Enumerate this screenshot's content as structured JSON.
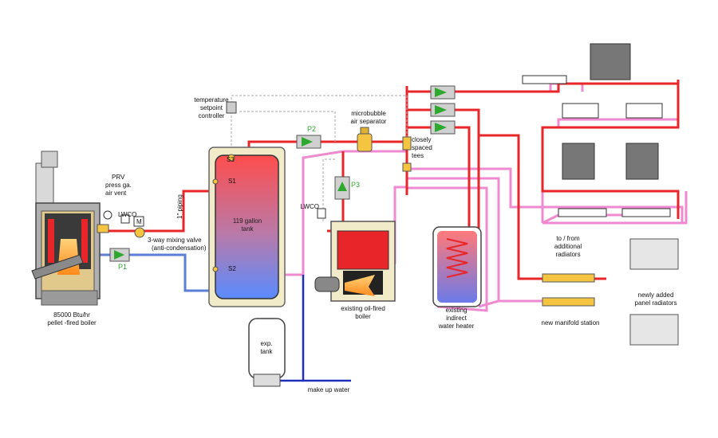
{
  "labels": {
    "temp_controller": [
      "temperature",
      "setpoint",
      "controller"
    ],
    "prv": [
      "PRV",
      "press ga.",
      "air vent"
    ],
    "lwco": "LWCO",
    "mixing_m": "M",
    "piping": "1\" piping",
    "mixing_valve": [
      "3-way mixing valve",
      "(anti-condensation)"
    ],
    "p1": "P1",
    "p2": "P2",
    "p3": "P3",
    "s1": "S1",
    "s2": "S2",
    "s3": "S3",
    "tank": [
      "119 gallon",
      "tank"
    ],
    "pellet_boiler": [
      "85000 Btu/hr",
      "pellet -fired boiler"
    ],
    "exp_tank": [
      "exp.",
      "tank"
    ],
    "make_up": "make up water",
    "microbubble": [
      "microbubble",
      "air separator"
    ],
    "oil_boiler": [
      "existing oil-fired",
      "boiler"
    ],
    "closely_spaced": [
      "closely",
      "spaced",
      "tees"
    ],
    "water_heater": [
      "existing",
      "indirect",
      "water heater"
    ],
    "to_from": [
      "to / from",
      "additional",
      "radiators"
    ],
    "manifold": "new manifold station",
    "panel_rads": [
      "newly added",
      "panel radiators"
    ]
  },
  "colors": {
    "supply": "#e8262a",
    "return_pink": "#f08ad0",
    "return_blue": "#5b7fd6",
    "makeup": "#1f2fb8",
    "tank_top": "#ff5a5a",
    "tank_bottom": "#5a8bff",
    "fitting": "#f5c542",
    "pump_green": "#2ea82e"
  }
}
